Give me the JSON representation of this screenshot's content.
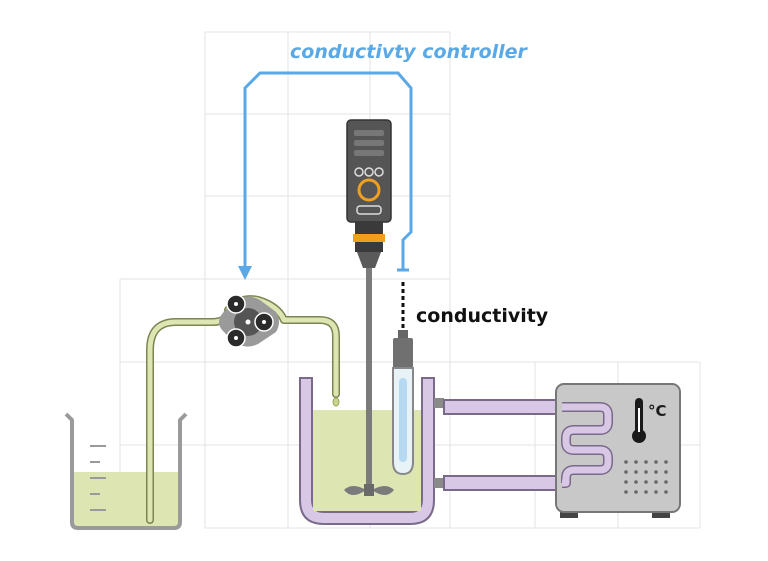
{
  "labels": {
    "controller": "conductivty controller",
    "conductivity": "conductivity",
    "celsius": "°C"
  },
  "colors": {
    "signal_line": "#5aa9e6",
    "solution": "#dde6b3",
    "tubing": "#c9d58c",
    "jacket": "#d8c8e6",
    "jacket_stroke": "#7a6a8a",
    "device_gray": "#c8c8c8",
    "controller_dark": "#555555",
    "accent_orange": "#f0a020",
    "grid": "#e3e3e3"
  },
  "icons": [
    "thermometer-icon",
    "peristaltic-pump-icon",
    "overhead-stirrer-icon",
    "conductivity-probe-icon",
    "chiller-icon",
    "beaker-icon"
  ]
}
